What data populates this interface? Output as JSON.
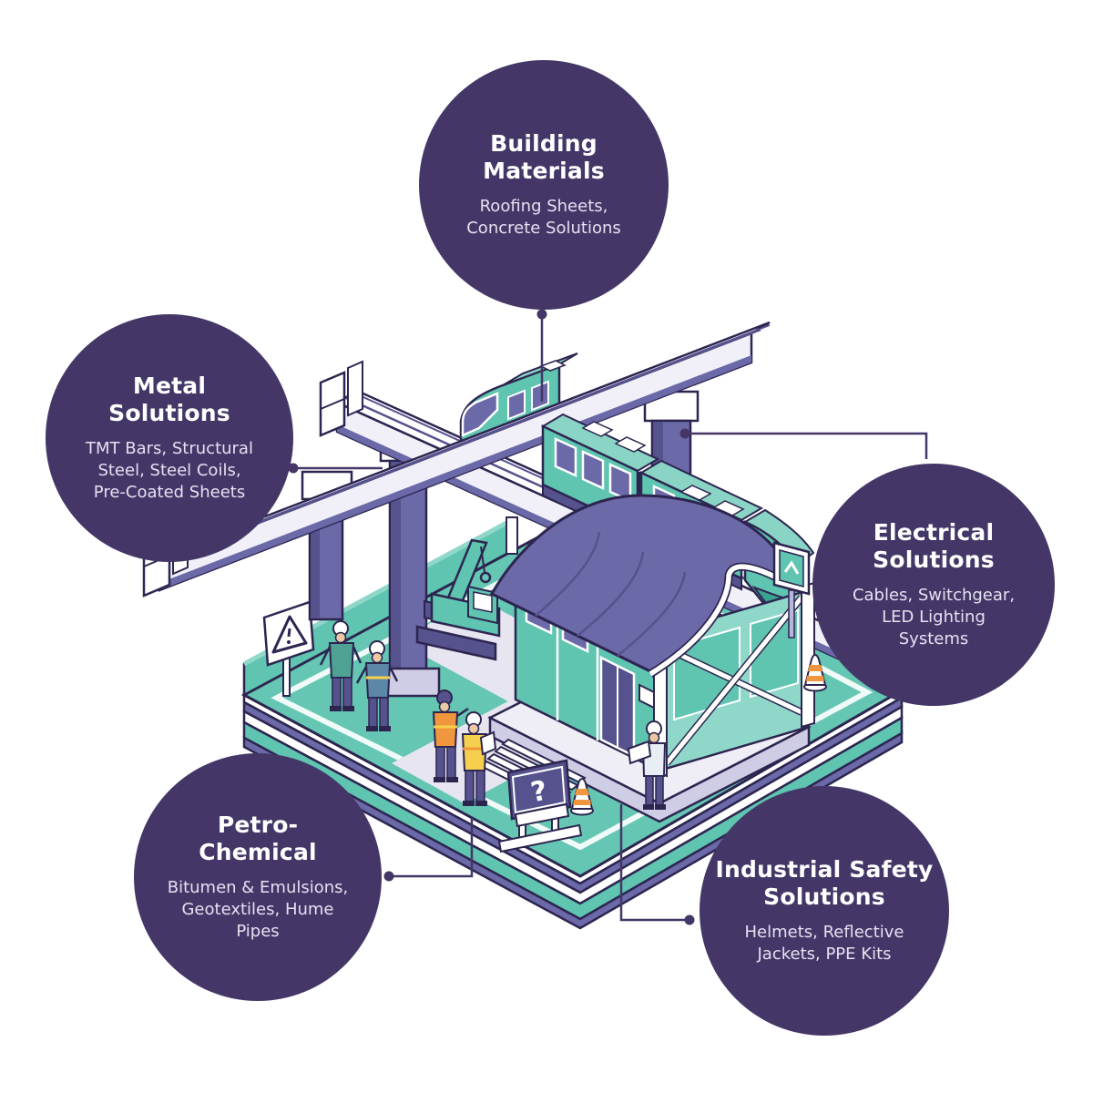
{
  "page": {
    "background": "#ffffff"
  },
  "colors": {
    "node_fill": "#443767",
    "node_title": "#ffffff",
    "node_subtitle": "#e6e1f2",
    "connector": "#443767",
    "teal": "#5fc4b0",
    "teal_light": "#8ad4c5",
    "purple": "#6b69a8",
    "purple_dark": "#56528d",
    "outline": "#2d2550",
    "lavender": "#b9b6da",
    "walkway_gray": "#e7e5f0",
    "safety_orange": "#f0963f",
    "safety_yellow": "#f5cf4d"
  },
  "nodes": [
    {
      "id": "building-materials",
      "title": "Building\nMaterials",
      "subtitle": "Roofing Sheets,\nConcrete Solutions"
    },
    {
      "id": "metal-solutions",
      "title": "Metal\nSolutions",
      "subtitle": "TMT Bars, Structural\nSteel, Steel Coils,\nPre-Coated Sheets"
    },
    {
      "id": "electrical-solutions",
      "title": "Electrical\nSolutions",
      "subtitle": "Cables, Switchgear,\nLED Lighting\nSystems"
    },
    {
      "id": "petro-chemical",
      "title": "Petro-\nChemical",
      "subtitle": "Bitumen & Emulsions,\nGeotextiles, Hume\nPipes"
    },
    {
      "id": "industrial-safety-solutions",
      "title": "Industrial Safety\nSolutions",
      "subtitle": "Helmets, Reflective\nJackets, PPE Kits"
    }
  ],
  "illustration": {
    "name": "isometric-metro-construction-site",
    "question_sign_label": "?",
    "elements": "elevated metro guideways, metro trains, station building, crawler crane, construction workers, warning sign, traffic cones"
  }
}
